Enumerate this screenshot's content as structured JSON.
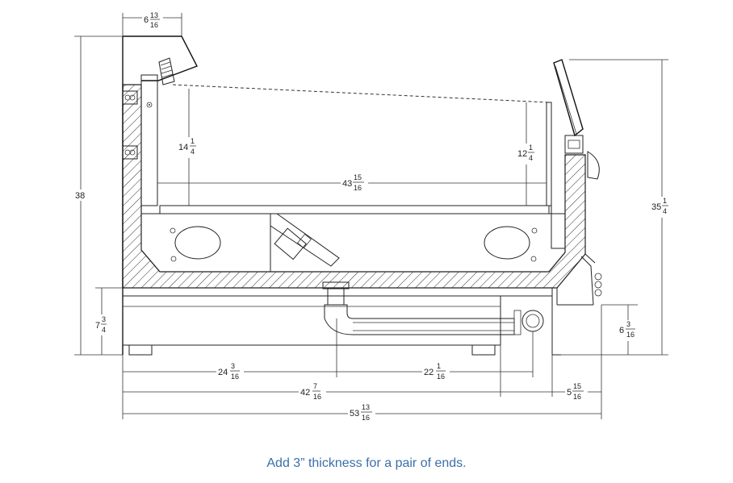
{
  "dimensions": {
    "top_width": {
      "whole": "6",
      "num": "13",
      "den": "16"
    },
    "height_left": {
      "whole": "38"
    },
    "height_lower_left": {
      "whole": "7",
      "num": "3",
      "den": "4"
    },
    "inner_left": {
      "whole": "14",
      "num": "1",
      "den": "4"
    },
    "inner_right": {
      "whole": "12",
      "num": "1",
      "den": "4"
    },
    "inner_width": {
      "whole": "43",
      "num": "15",
      "den": "16"
    },
    "height_right": {
      "whole": "35",
      "num": "1",
      "den": "4"
    },
    "drain_right": {
      "whole": "6",
      "num": "3",
      "den": "16"
    },
    "drain_left_offset": {
      "whole": "24",
      "num": "3",
      "den": "16"
    },
    "drain_pipe": {
      "whole": "22",
      "num": "1",
      "den": "16"
    },
    "base_width": {
      "whole": "42",
      "num": "7",
      "den": "16"
    },
    "right_overhang": {
      "whole": "5",
      "num": "15",
      "den": "16"
    },
    "overall_width": {
      "whole": "53",
      "num": "13",
      "den": "16"
    }
  },
  "note": "Add 3” thickness for a pair of ends.",
  "colors": {
    "line": "#222222",
    "note": "#3a6fa8"
  }
}
